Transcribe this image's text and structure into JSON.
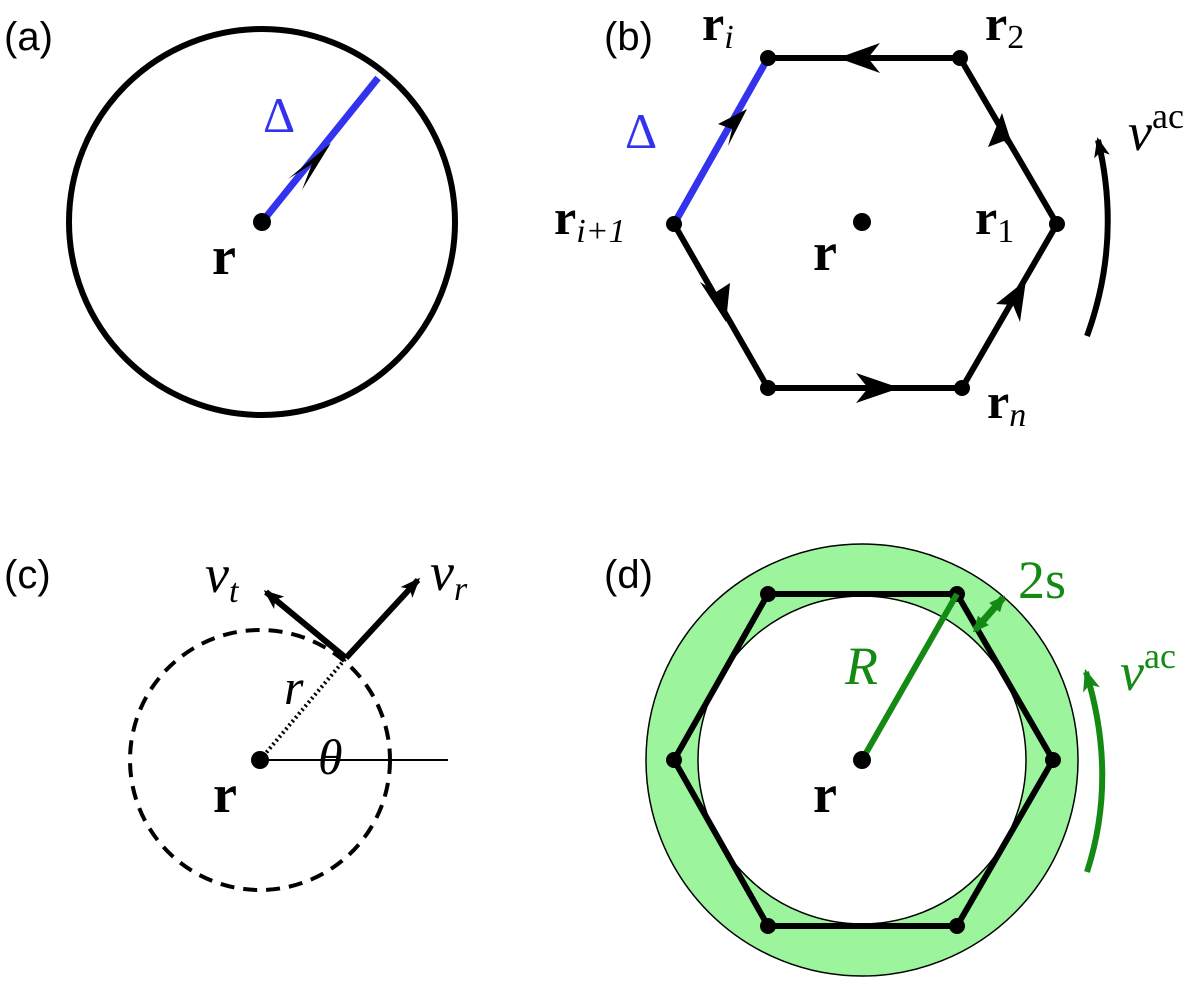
{
  "panels": {
    "a": {
      "label": "(a)",
      "delta": "Δ",
      "point": "r"
    },
    "b": {
      "label": "(b)",
      "point": "r",
      "delta": "Δ",
      "vertices": {
        "ri_base": "r",
        "ri_sub": "i",
        "r2_base": "r",
        "r2_sub": "2",
        "ri1_base": "r",
        "ri1_sub": "i+1",
        "r1_base": "r",
        "r1_sub": "1",
        "rn_base": "r",
        "rn_sub": "n"
      },
      "velocity_base": "v",
      "velocity_sup": "ac"
    },
    "c": {
      "label": "(c)",
      "point": "r",
      "vt_base": "v",
      "vt_sub": "t",
      "vr_base": "v",
      "vr_sub": "r",
      "radius": "r",
      "angle": "θ"
    },
    "d": {
      "label": "(d)",
      "point": "r",
      "radius": "R",
      "shell": "2s",
      "velocity_base": "v",
      "velocity_sup": "ac"
    }
  },
  "colors": {
    "blue": "#3333ee",
    "green": "#148a14",
    "shell_fill": "#9cf59c",
    "black": "#000000"
  }
}
